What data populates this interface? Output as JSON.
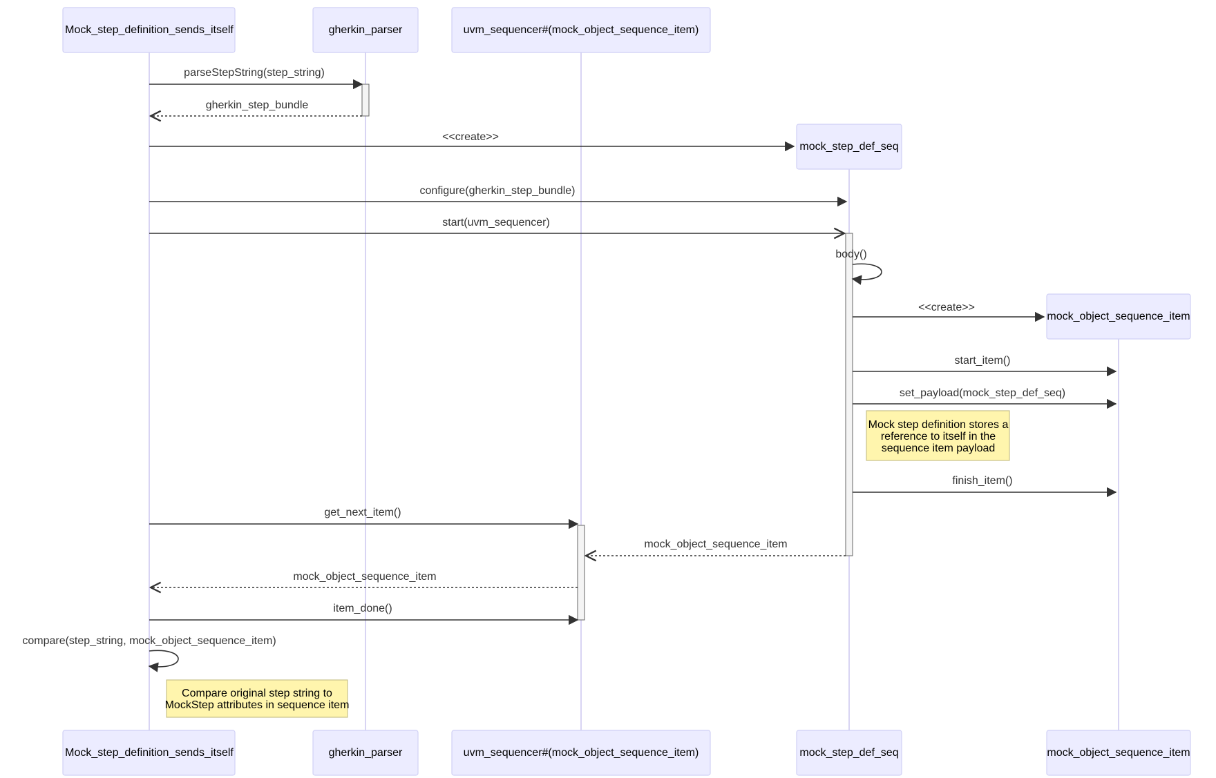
{
  "actors": [
    {
      "id": "msd",
      "label": "Mock_step_definition_sends_itself"
    },
    {
      "id": "gp",
      "label": "gherkin_parser"
    },
    {
      "id": "us",
      "label": "uvm_sequencer#(mock_object_sequence_item)"
    },
    {
      "id": "mseq",
      "label": "mock_step_def_seq",
      "created": true
    },
    {
      "id": "mosi",
      "label": "mock_object_sequence_item",
      "created": true
    }
  ],
  "messages": [
    {
      "from": "msd",
      "to": "gp",
      "label": "parseStepString(step_string)",
      "style": "solid"
    },
    {
      "from": "gp",
      "to": "msd",
      "label": "gherkin_step_bundle",
      "style": "dashed"
    },
    {
      "from": "msd",
      "to": "mseq",
      "label": "<<create>>",
      "style": "solid",
      "create": true
    },
    {
      "from": "msd",
      "to": "mseq",
      "label": "configure(gherkin_step_bundle)",
      "style": "solid"
    },
    {
      "from": "msd",
      "to": "mseq",
      "label": "start(uvm_sequencer)",
      "style": "solid",
      "async": true
    },
    {
      "from": "mseq",
      "to": "mseq",
      "label": "body()",
      "style": "solid"
    },
    {
      "from": "mseq",
      "to": "mosi",
      "label": "<<create>>",
      "style": "solid",
      "create": true
    },
    {
      "from": "mseq",
      "to": "mosi",
      "label": "start_item()",
      "style": "solid"
    },
    {
      "from": "mseq",
      "to": "mosi",
      "label": "set_payload(mock_step_def_seq)",
      "style": "solid"
    },
    {
      "from": "mseq",
      "to": "mosi",
      "label": "finish_item()",
      "style": "solid"
    },
    {
      "from": "msd",
      "to": "us",
      "label": "get_next_item()",
      "style": "solid"
    },
    {
      "from": "mseq",
      "to": "us",
      "label": "mock_object_sequence_item",
      "style": "dashed"
    },
    {
      "from": "us",
      "to": "msd",
      "label": "mock_object_sequence_item",
      "style": "dashed"
    },
    {
      "from": "msd",
      "to": "us",
      "label": "item_done()",
      "style": "solid"
    },
    {
      "from": "msd",
      "to": "msd",
      "label": "compare(step_string, mock_object_sequence_item)",
      "style": "solid"
    }
  ],
  "notes": [
    {
      "lines": [
        "Mock step definition stores a",
        "reference to itself in the",
        "sequence item payload"
      ]
    },
    {
      "lines": [
        "Compare original step string to",
        "MockStep attributes in sequence item"
      ]
    }
  ],
  "colors": {
    "actor_fill": "#ececff",
    "actor_border": "#d0d0f5",
    "lifeline": "#cfcaf0",
    "note_fill": "#fff5ad",
    "note_border": "#c9c18a",
    "message_line": "#333333"
  }
}
